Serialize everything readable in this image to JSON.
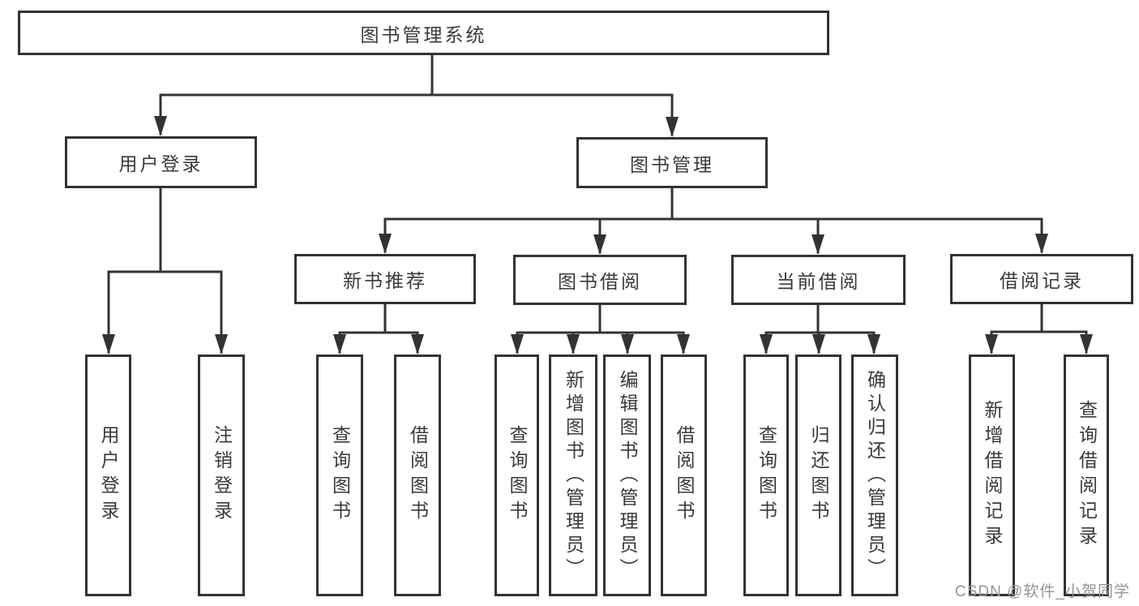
{
  "diagram": {
    "type": "hierarchy-tree",
    "title": "图书管理系统",
    "colors": {
      "background": "#ffffff",
      "line": "#333333",
      "box_border": "#333333",
      "box_fill": "#ffffff",
      "text": "#3a3a3a",
      "watermark": "#949494"
    },
    "tree": {
      "label": "图书管理系统",
      "children": [
        {
          "label": "用户登录",
          "children": [
            {
              "label": "用户登录"
            },
            {
              "label": "注销登录"
            }
          ]
        },
        {
          "label": "图书管理",
          "children": [
            {
              "label": "新书推荐",
              "children": [
                {
                  "label": "查询图书"
                },
                {
                  "label": "借阅图书"
                }
              ]
            },
            {
              "label": "图书借阅",
              "children": [
                {
                  "label": "查询图书"
                },
                {
                  "label": "新增图书（管理员）"
                },
                {
                  "label": "编辑图书（管理员）"
                },
                {
                  "label": "借阅图书"
                }
              ]
            },
            {
              "label": "当前借阅",
              "children": [
                {
                  "label": "查询图书"
                },
                {
                  "label": "归还图书"
                },
                {
                  "label": "确认归还（管理员）"
                }
              ]
            },
            {
              "label": "借阅记录",
              "children": [
                {
                  "label": "新增借阅记录"
                },
                {
                  "label": "查询借阅记录"
                }
              ]
            }
          ]
        }
      ]
    },
    "watermark": {
      "text": "CSDN @软件_小贺同学"
    }
  }
}
